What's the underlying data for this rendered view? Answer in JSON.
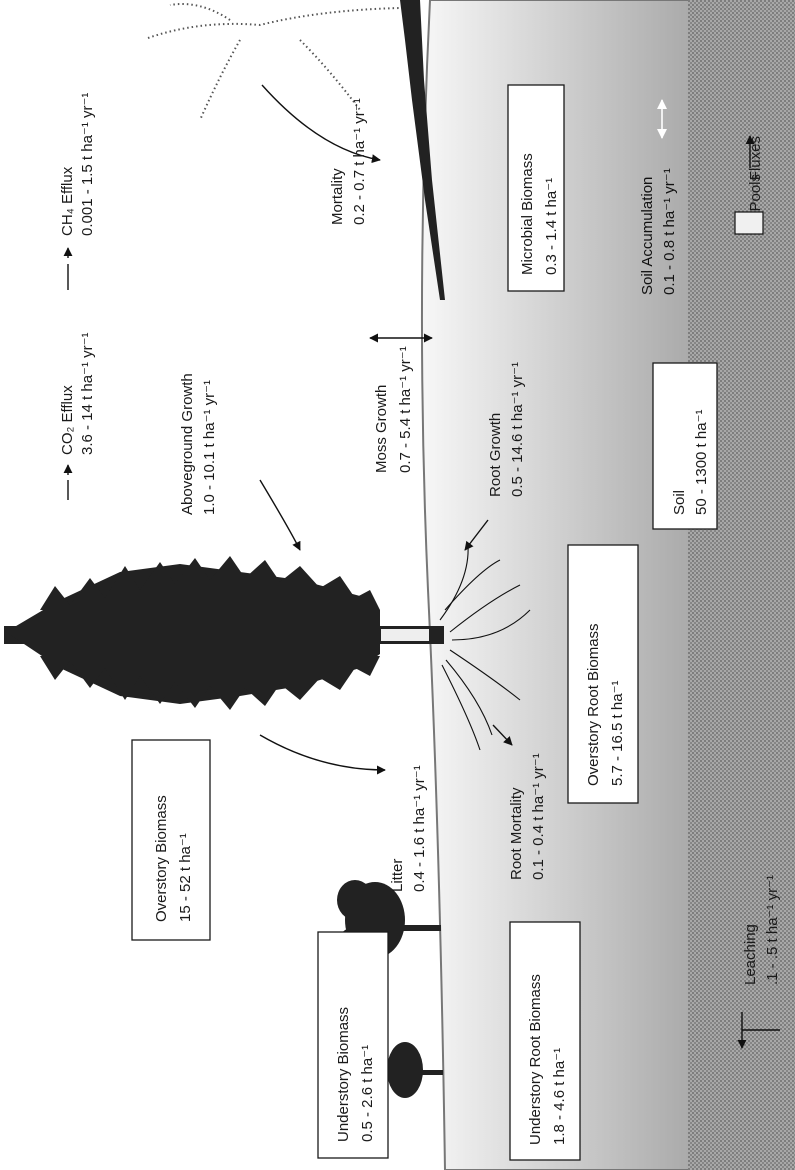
{
  "colors": {
    "soil_light": "#f4f4f4",
    "soil_dark": "#8f8f8f",
    "bedrock": "#9b9b9b",
    "ink": "#1a1a1a"
  },
  "legend": {
    "pools": "Pools",
    "fluxes": "Fluxes"
  },
  "fluxes": {
    "ch4": {
      "label": "CH₄ Efflux",
      "value": "0.001 - 1.5 t ha⁻¹ yr⁻¹"
    },
    "co2": {
      "label": "CO₂ Efflux",
      "value": "3.6 - 14 t ha⁻¹ yr⁻¹"
    },
    "aboveground_growth": {
      "label": "Aboveground Growth",
      "value": "1.0 - 10.1 t ha⁻¹ yr⁻¹"
    },
    "moss_growth": {
      "label": "Moss Growth",
      "value": "0.7 - 5.4 t ha⁻¹ yr⁻¹"
    },
    "mortality": {
      "label": "Mortality",
      "value": "0.2 - 0.7 t ha⁻¹ yr⁻¹"
    },
    "root_growth": {
      "label": "Root Growth",
      "value": "0.5 - 14.6 t ha⁻¹ yr⁻¹"
    },
    "litter": {
      "label": "Litter",
      "value": "0.4 - 1.6 t ha⁻¹ yr⁻¹"
    },
    "root_mortality": {
      "label": "Root Mortality",
      "value": "0.1 - 0.4 t ha⁻¹ yr⁻¹"
    },
    "soil_accumulation": {
      "label": "Soil Accumulation",
      "value": "0.1 - 0.8 t ha⁻¹ yr⁻¹"
    },
    "leaching": {
      "label": "Leaching",
      "value": ".1 - .5 t ha⁻¹ yr⁻¹"
    }
  },
  "pools": {
    "overstory_biomass": {
      "label": "Overstory Biomass",
      "value": "15 - 52 t ha⁻¹"
    },
    "understory_biomass": {
      "label": "Understory Biomass",
      "value": "0.5 - 2.6 t ha⁻¹"
    },
    "understory_root_biomass": {
      "label": "Understory Root Biomass",
      "value": "1.8 - 4.6 t ha⁻¹"
    },
    "overstory_root_biomass": {
      "label": "Overstory Root Biomass",
      "value": "5.7 - 16.5 t ha⁻¹"
    },
    "microbial_biomass": {
      "label": "Microbial Biomass",
      "value": "0.3 - 1.4 t ha⁻¹"
    },
    "soil": {
      "label": "Soil",
      "value": "50 - 1300 t ha⁻¹"
    }
  }
}
